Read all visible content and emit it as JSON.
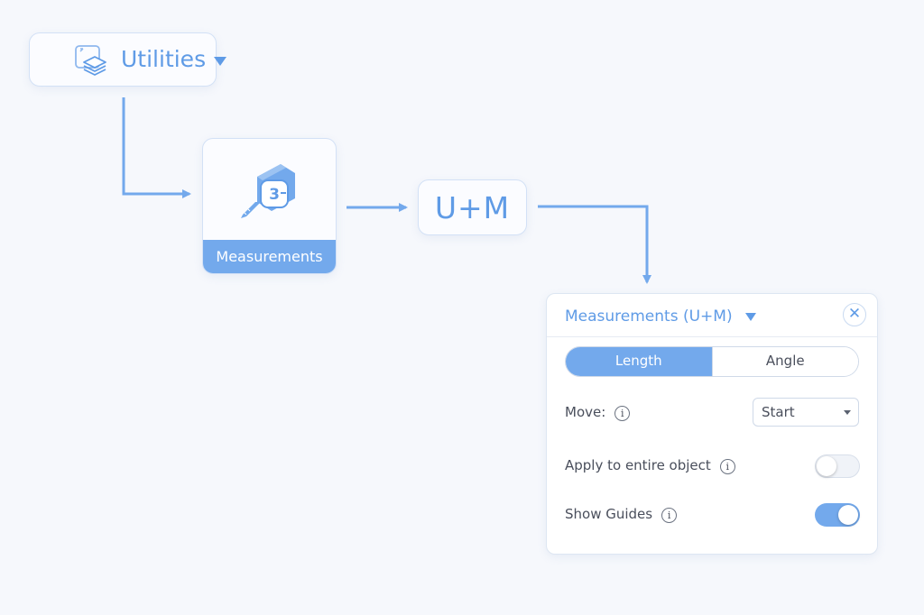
{
  "utilities": {
    "label": "Utilities",
    "icon": "layers-icon"
  },
  "measurements": {
    "label": "Measurements",
    "icon": "tape-measure-icon"
  },
  "shortcut": {
    "label": "U+M"
  },
  "panel": {
    "title": "Measurements (U+M)",
    "tabs": [
      {
        "label": "Length",
        "active": true
      },
      {
        "label": "Angle",
        "active": false
      }
    ],
    "move": {
      "label": "Move:",
      "value": "Start"
    },
    "apply_entire": {
      "label": "Apply to entire object",
      "on": false
    },
    "show_guides": {
      "label": "Show Guides",
      "on": true
    }
  },
  "colors": {
    "accent": "#73a9ec",
    "accent_text": "#5f9be6",
    "border": "#d3e1f6",
    "background": "#f6f8fc"
  }
}
